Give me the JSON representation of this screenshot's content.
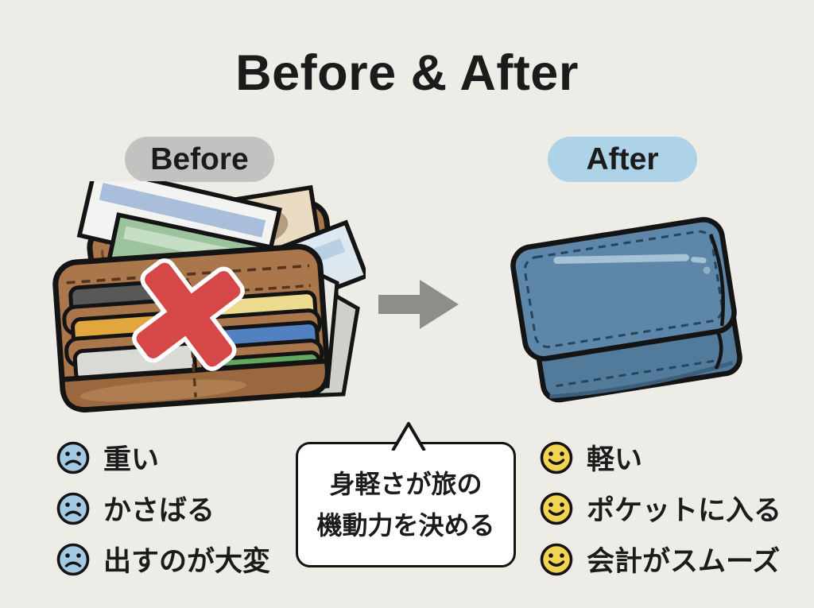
{
  "title": "Before & After",
  "labels": {
    "before": "Before",
    "after": "After"
  },
  "bubble": {
    "line1": "身軽さが旅の",
    "line2": "機動力を決める"
  },
  "lists": {
    "before": {
      "items": [
        {
          "icon": "sad-face",
          "label": "重い"
        },
        {
          "icon": "sad-face",
          "label": "かさばる"
        },
        {
          "icon": "sad-face",
          "label": "出すのが大変"
        }
      ]
    },
    "after": {
      "items": [
        {
          "icon": "happy-face",
          "label": "軽い"
        },
        {
          "icon": "happy-face",
          "label": "ポケットに入る"
        },
        {
          "icon": "happy-face",
          "label": "会計がスムーズ"
        }
      ]
    }
  },
  "illustrations": {
    "before": "stuffed-long-wallet-with-red-x",
    "arrow": "right-arrow",
    "after": "compact-folded-blue-wallet"
  },
  "colors": {
    "background": "#edece7",
    "ink": "#1b1b1b",
    "pill_before_bg": "#c2c2c1",
    "pill_after_bg": "#aed3e8",
    "arrow": "#8e8d89",
    "bubble_bg": "#ffffff",
    "bubble_border": "#141414",
    "face_sad": "#a3c9e3",
    "face_happy": "#f2d352",
    "red_x": "#d64848",
    "wallet_brown": "#aa764c",
    "wallet_blue": "#5d86a8"
  }
}
